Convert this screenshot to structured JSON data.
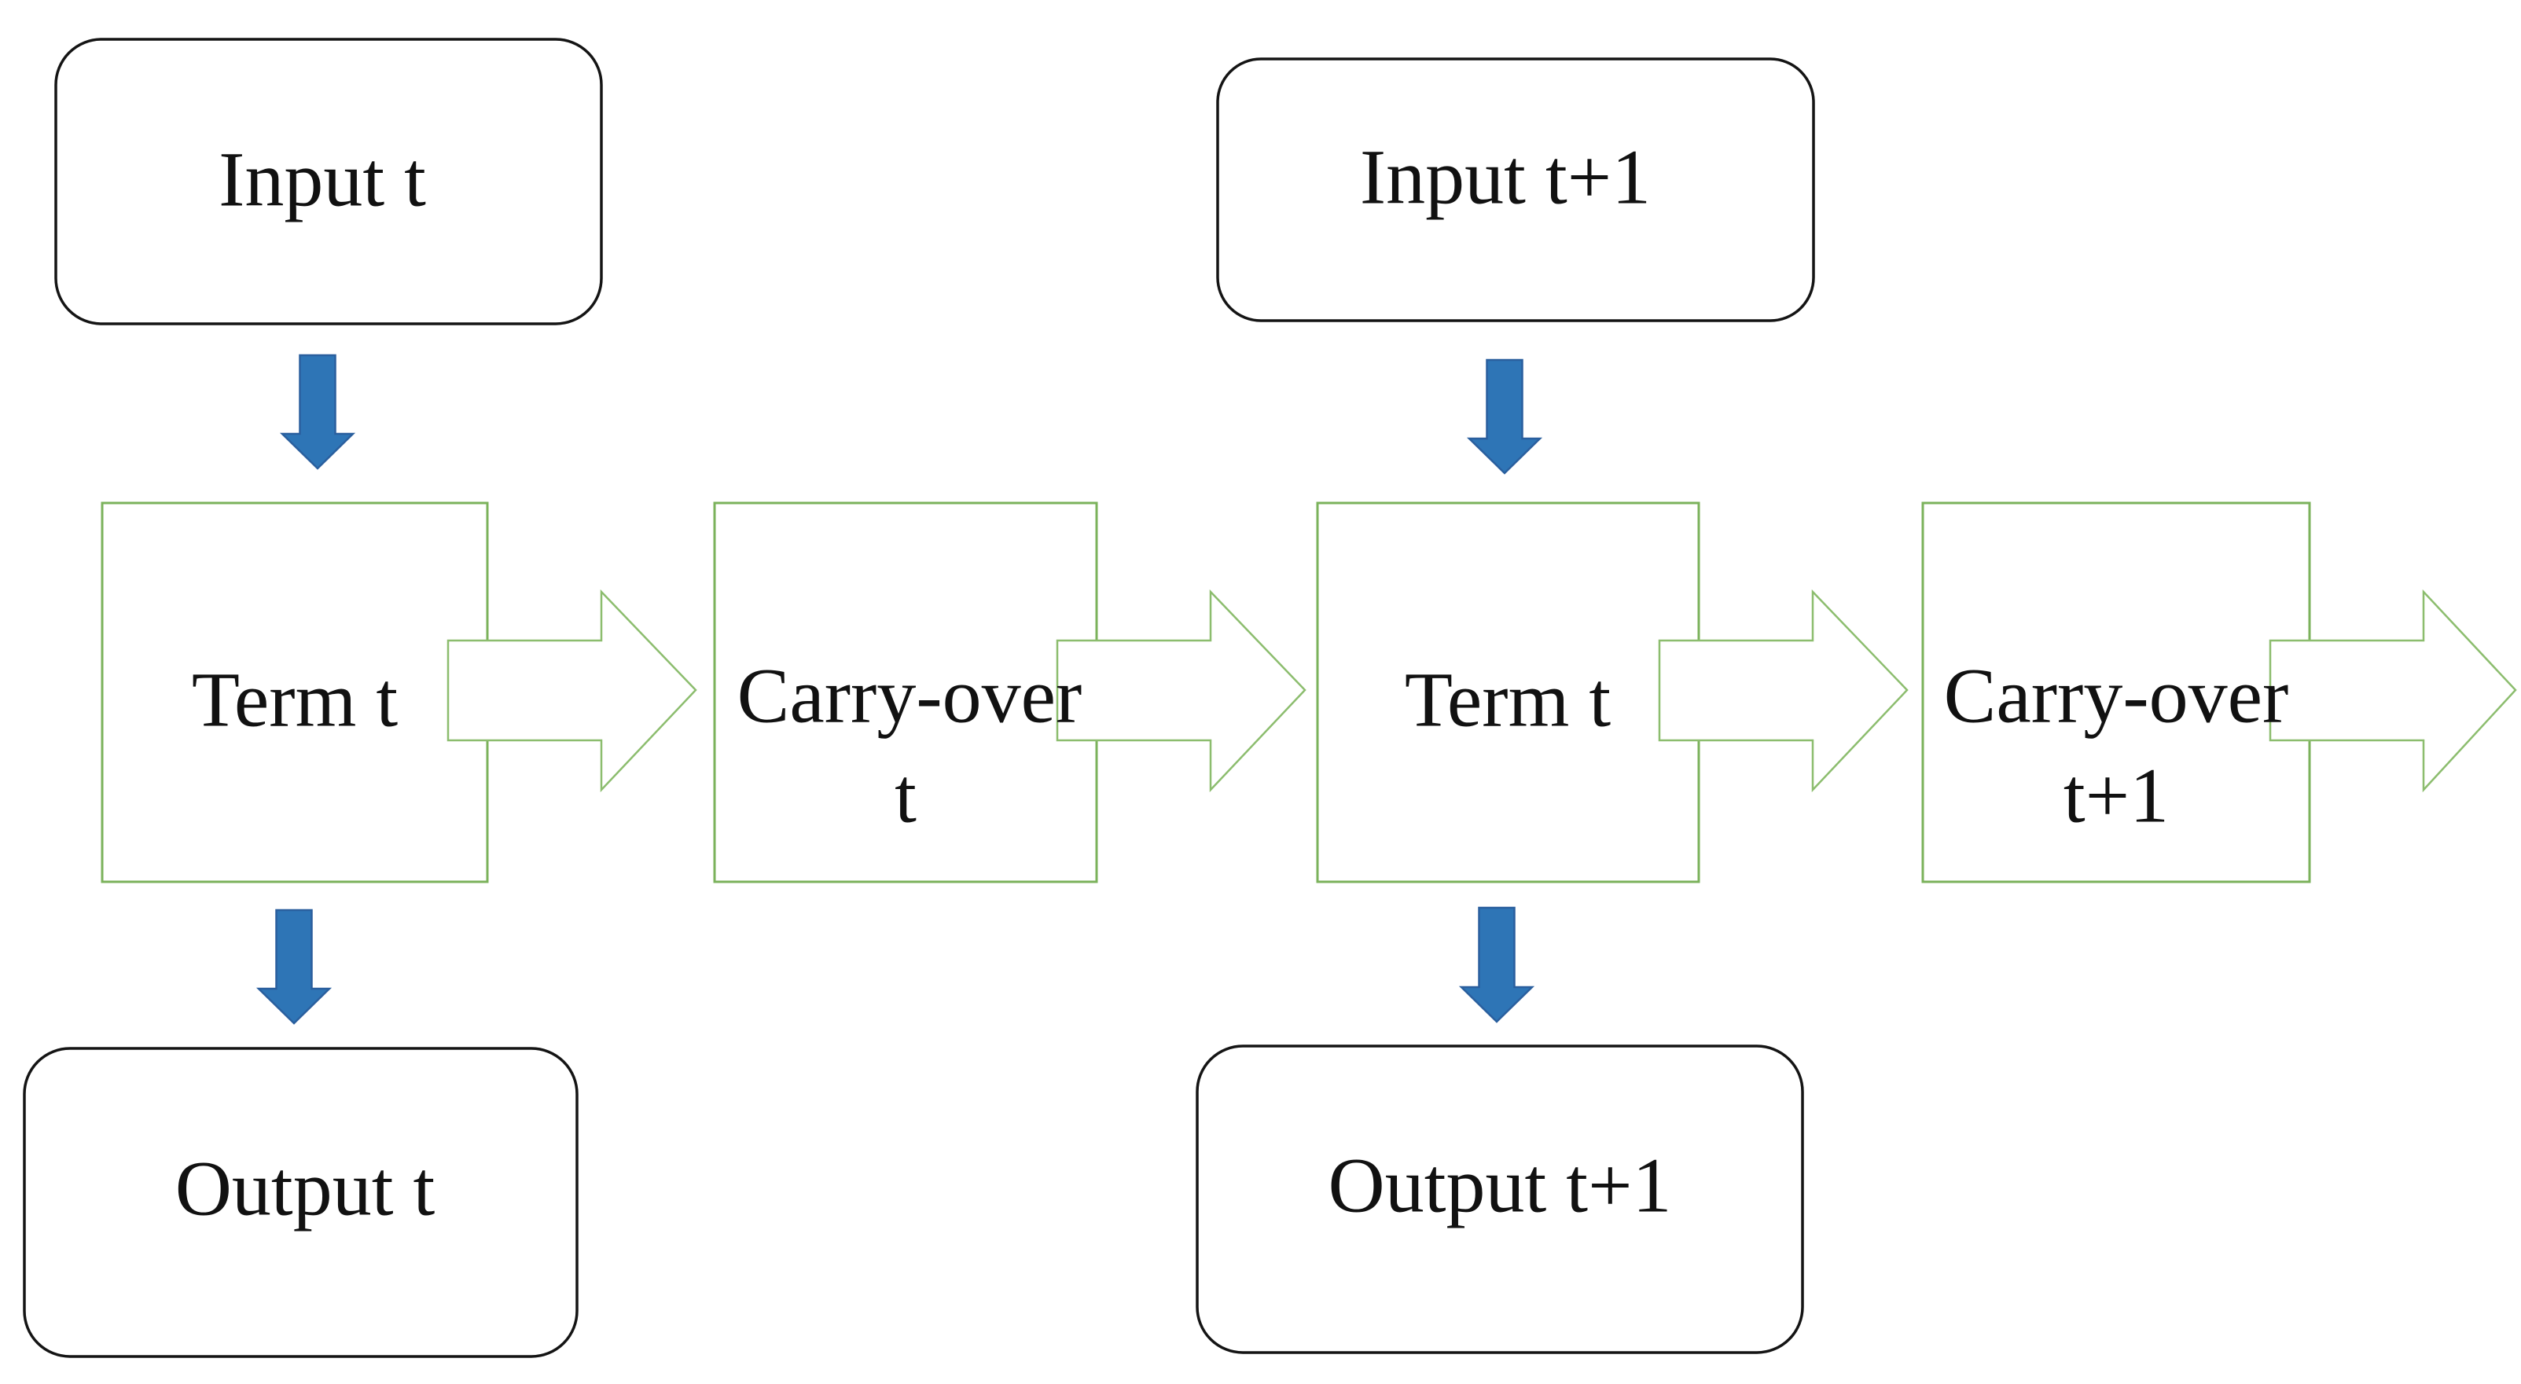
{
  "diagram": {
    "description": "Flow diagram of terms over time with inputs, outputs and carry-over",
    "colors": {
      "page_bg": "#ffffff",
      "black_border": "#141414",
      "green_border": "#7bb25b",
      "green_arrow": "#8cbd6e",
      "blue_fill": "#2e75b6",
      "blue_stroke": "#2a5f9e",
      "text": "#111111"
    },
    "nodes": {
      "input_t": {
        "label": "Input t"
      },
      "input_t1": {
        "label": "Input t+1"
      },
      "term_t_a": {
        "label": "Term t"
      },
      "carry_t": {
        "line1": "Carry-over",
        "line2": "t"
      },
      "term_t_b": {
        "label": "Term t"
      },
      "carry_t1": {
        "line1": "Carry-over",
        "line2": "t+1"
      },
      "output_t": {
        "label": "Output t"
      },
      "output_t1": {
        "label": "Output t+1"
      }
    }
  }
}
